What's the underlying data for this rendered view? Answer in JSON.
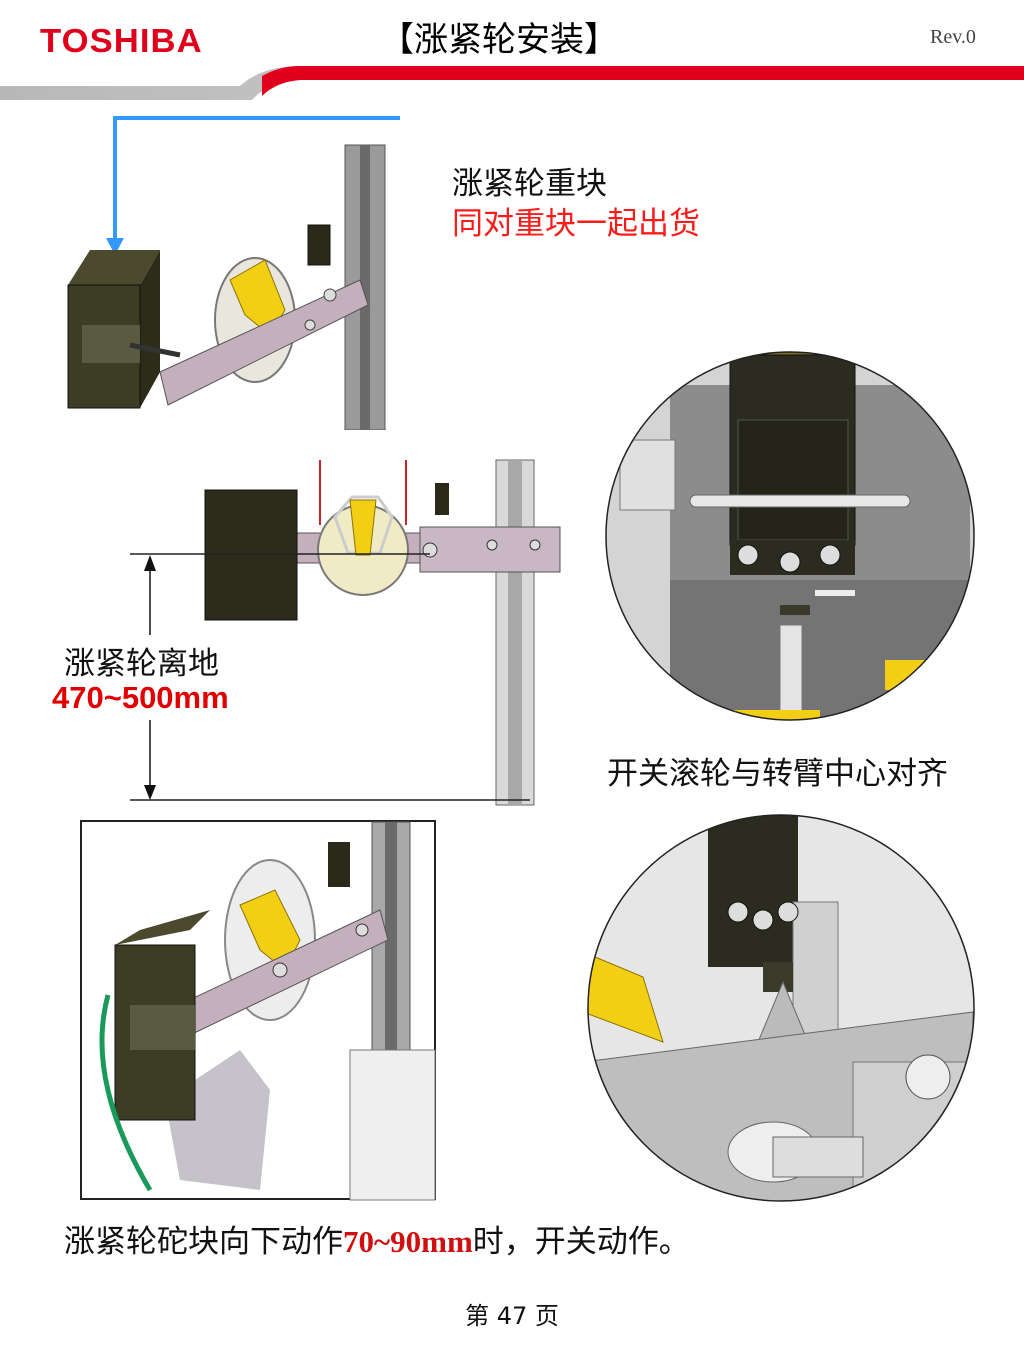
{
  "header": {
    "logo": "TOSHIBA",
    "title": "【涨紧轮安装】",
    "revision": "Rev.0"
  },
  "callouts": {
    "weight_label": "涨紧轮重块",
    "weight_note": "同对重块一起出货",
    "height_label": "涨紧轮离地",
    "height_value": "470~500mm",
    "switch_align": "开关滚轮与转臂中心对齐"
  },
  "bottom_text": {
    "before": "涨紧轮砣块向下动作",
    "value": "70~90mm",
    "after": "时，开关动作。"
  },
  "footer": {
    "page": "第 47 页"
  },
  "colors": {
    "brand_red": "#e0001b",
    "accent_blue": "#3399ff",
    "callout_red": "#ff1a1a",
    "green_arc": "#1a9a5a"
  }
}
